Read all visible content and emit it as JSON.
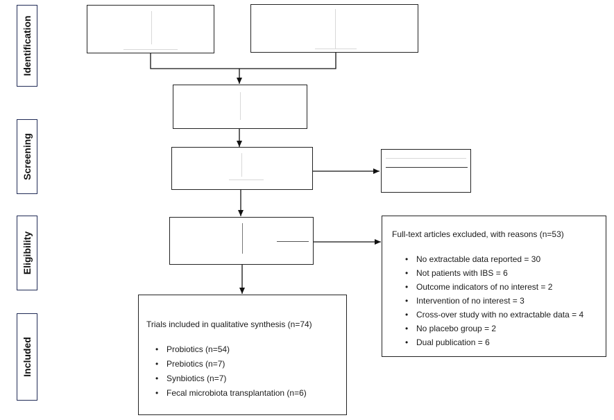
{
  "phases": {
    "identification": "Identification",
    "screening": "Screening",
    "eligibility": "Eligibility",
    "included": "Included"
  },
  "excluded_fulltext": {
    "heading": "Full-text articles excluded, with reasons (n=53)",
    "reasons": [
      "No extractable data reported = 30",
      "Not patients with IBS = 6",
      "Outcome indicators of no interest = 2",
      "Intervention of no interest = 3",
      "Cross-over study with no extractable data = 4",
      "No placebo group = 2",
      "Dual publication = 6"
    ]
  },
  "included_trials": {
    "heading": "Trials included in qualitative synthesis (n=74)",
    "items": [
      "Probiotics (n=54)",
      "Prebiotics (n=7)",
      "Synbiotics (n=7)",
      "Fecal microbiota transplantation (n=6)"
    ]
  }
}
